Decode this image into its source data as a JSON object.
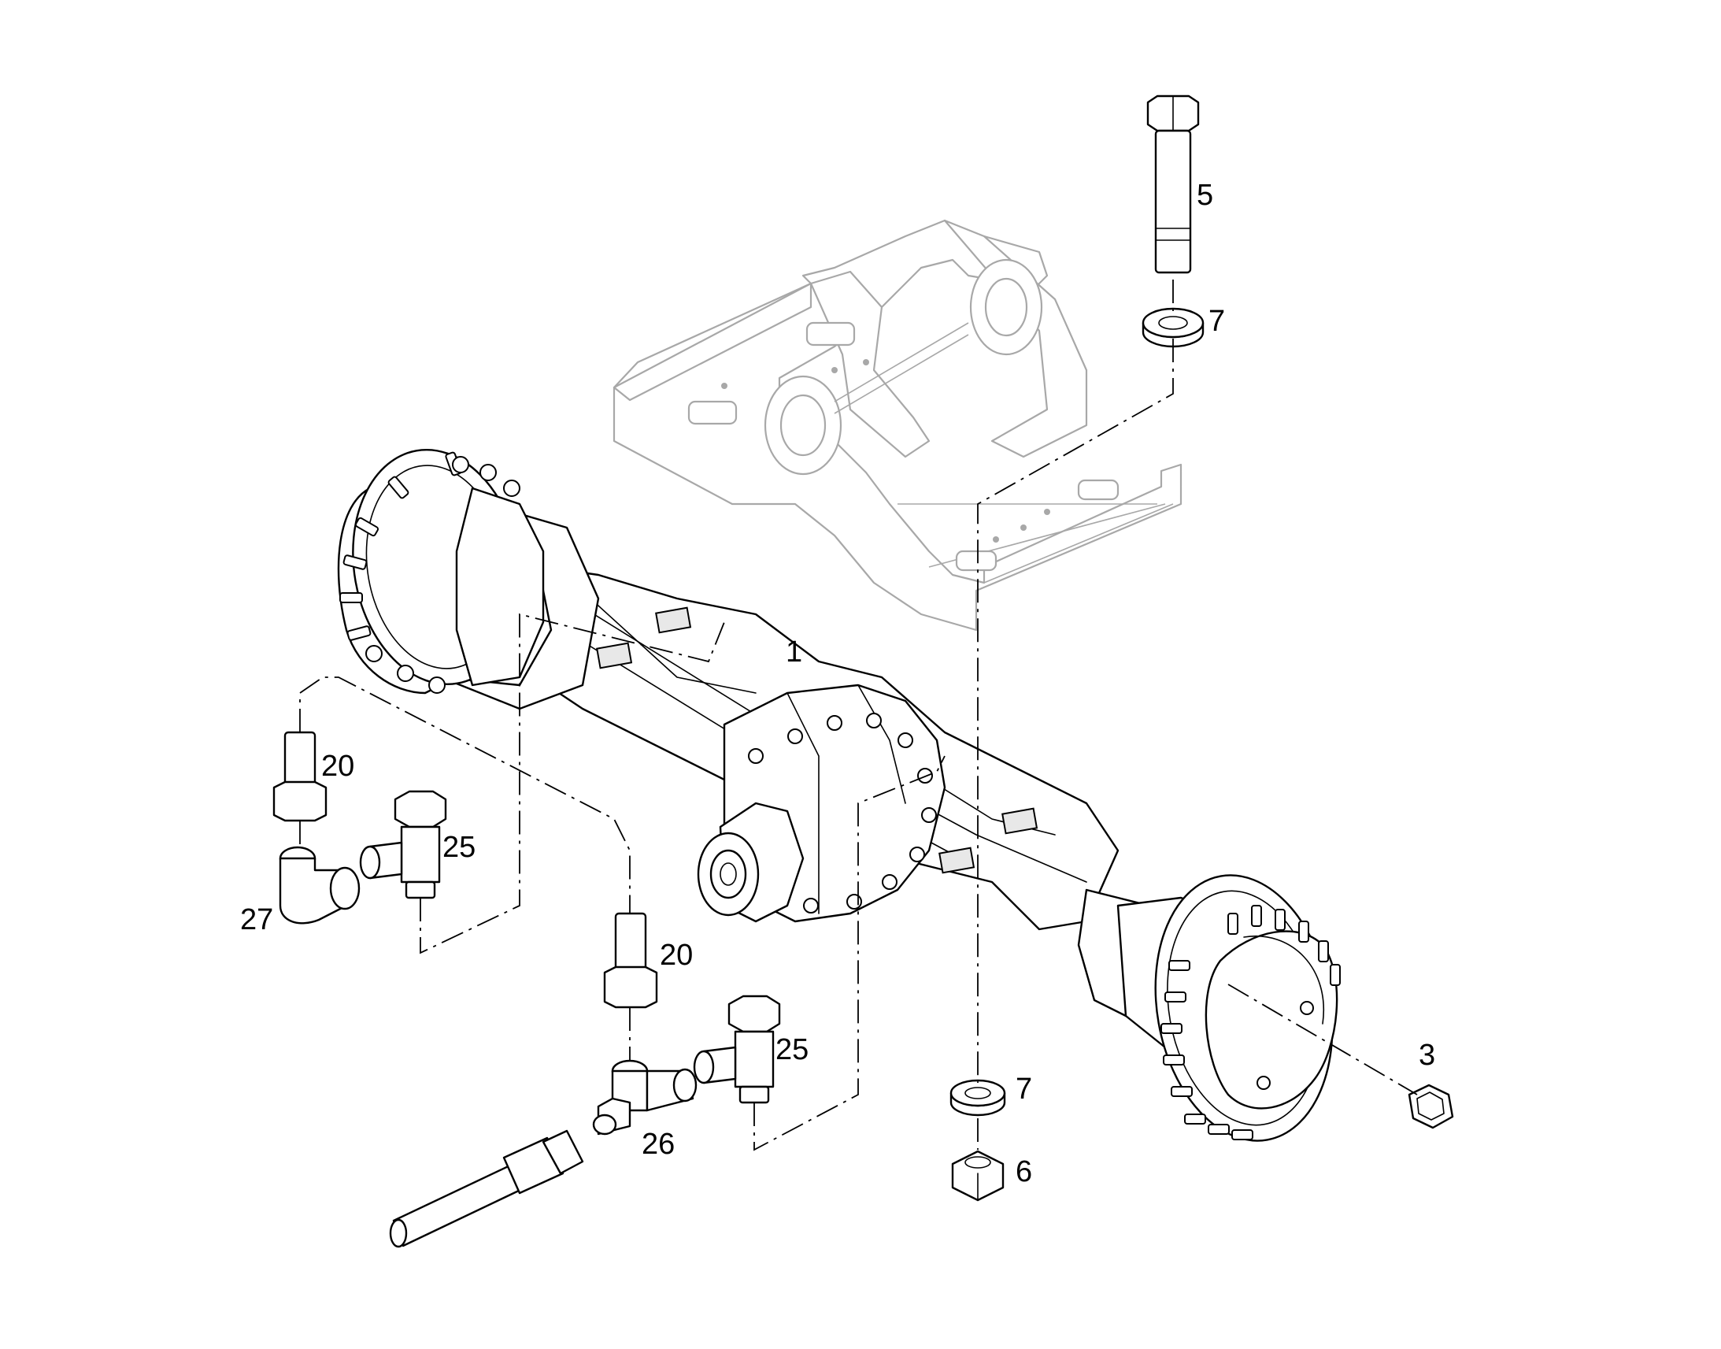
{
  "callouts": {
    "axle": "1",
    "nut_hub": "3",
    "bolt": "5",
    "nut_bottom": "6",
    "washer_top": "7",
    "washer_bottom": "7",
    "fitting_left": "20",
    "fitting_center": "20",
    "valve_left": "25",
    "valve_center": "25",
    "tee_fitting": "26",
    "elbow_fitting": "27"
  }
}
